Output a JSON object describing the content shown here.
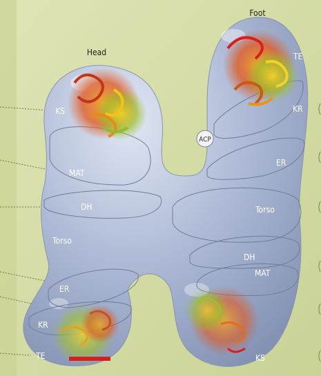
{
  "titles": {
    "head": "Head",
    "foot": "Foot"
  },
  "labels": {
    "ks_top": "KS",
    "mat_top": "MAT",
    "dh_top": "DH",
    "torso_left": "Torso",
    "er_left": "ER",
    "kr_left": "KR",
    "te_left": "TE",
    "te_right": "TE",
    "kr_right": "KR",
    "acp": "ACP",
    "er_right": "ER",
    "torso_right": "Torso",
    "dh_right": "DH",
    "mat_right": "MAT",
    "ks_bottom": "KS"
  },
  "colors": {
    "background": "#d9e0a8",
    "body_fill": "#a9b6d2",
    "outline": "#6f7c99",
    "label": "#ffffff"
  }
}
